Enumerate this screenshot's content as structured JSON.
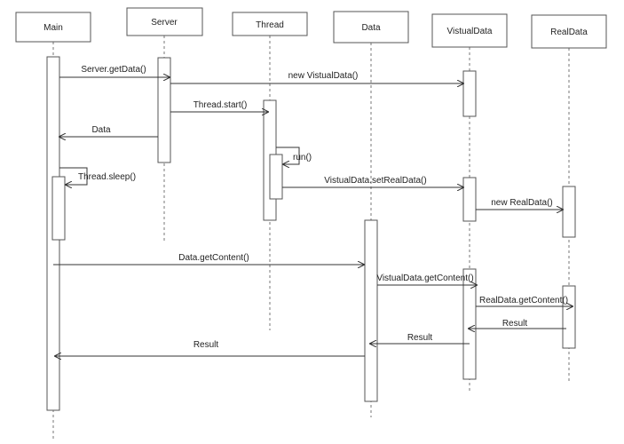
{
  "participants": [
    {
      "id": "main",
      "label": "Main"
    },
    {
      "id": "server",
      "label": "Server"
    },
    {
      "id": "thread",
      "label": "Thread"
    },
    {
      "id": "data",
      "label": "Data"
    },
    {
      "id": "vdata",
      "label": "VistualData"
    },
    {
      "id": "rdata",
      "label": "RealData"
    }
  ],
  "messages": [
    {
      "id": "m1",
      "from": "main",
      "to": "server",
      "label": "Server.getData()"
    },
    {
      "id": "m2",
      "from": "server",
      "to": "vdata",
      "label": "new VistualData()"
    },
    {
      "id": "m3",
      "from": "server",
      "to": "thread",
      "label": "Thread.start()"
    },
    {
      "id": "m4",
      "from": "server",
      "to": "main",
      "label": "Data"
    },
    {
      "id": "m5",
      "from": "thread",
      "to": "thread",
      "label": "run()"
    },
    {
      "id": "m6",
      "from": "main",
      "to": "main",
      "label": "Thread.sleep()"
    },
    {
      "id": "m7",
      "from": "thread",
      "to": "vdata",
      "label": "VistualData.setRealData()"
    },
    {
      "id": "m8",
      "from": "vdata",
      "to": "rdata",
      "label": "new RealData()"
    },
    {
      "id": "m9",
      "from": "main",
      "to": "data",
      "label": "Data.getContent()"
    },
    {
      "id": "m10",
      "from": "data",
      "to": "vdata",
      "label": "VistualData.getContent()"
    },
    {
      "id": "m11",
      "from": "vdata",
      "to": "rdata",
      "label": "RealData.getContent()"
    },
    {
      "id": "m12",
      "from": "rdata",
      "to": "vdata",
      "label": "Result"
    },
    {
      "id": "m13",
      "from": "vdata",
      "to": "data",
      "label": "Result"
    },
    {
      "id": "m14",
      "from": "data",
      "to": "main",
      "label": "Result"
    }
  ]
}
